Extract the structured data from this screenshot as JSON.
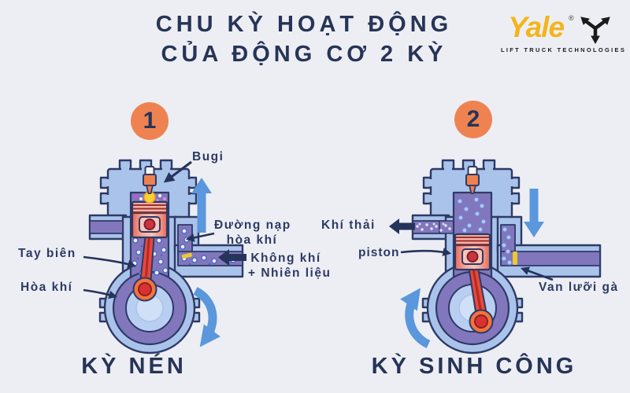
{
  "title": {
    "line1": "CHU KỲ HOẠT ĐỘNG",
    "line2": "CỦA ĐỘNG CƠ 2 KỲ"
  },
  "logo": {
    "brand": "Yale",
    "registered": "®",
    "tagline": "LIFT TRUCK TECHNOLOGIES"
  },
  "stages": [
    {
      "number": "1",
      "caption": "KỲ NÉN",
      "labels": {
        "spark_plug": "Bugi",
        "intake_port_line1": "Đường nạp",
        "intake_port_line2": "hòa khí",
        "intake_flow_line1": "Không khí",
        "intake_flow_line2": "+ Nhiên liệu",
        "connecting_rod": "Tay biên",
        "mixture": "Hòa khí"
      }
    },
    {
      "number": "2",
      "caption": "KỲ SINH CÔNG",
      "labels": {
        "exhaust": "Khí thải",
        "piston": "piston",
        "reed_valve": "Van lưỡi gà"
      }
    }
  ],
  "colors": {
    "background": "#edeef4",
    "navy_text": "#263457",
    "engine_blue": "#a9c3ea",
    "engine_purple": "#8277bd",
    "outline_navy": "#2e3a66",
    "arrow_blue": "#5a97dd",
    "badge_orange": "#ee8351",
    "piston_red": "#ee6e5e",
    "rod_red": "#e8483c",
    "spark_yellow": "#ffd233",
    "reed_valve_yellow": "#ecc832",
    "yale_yellow": "#f3b51c"
  }
}
